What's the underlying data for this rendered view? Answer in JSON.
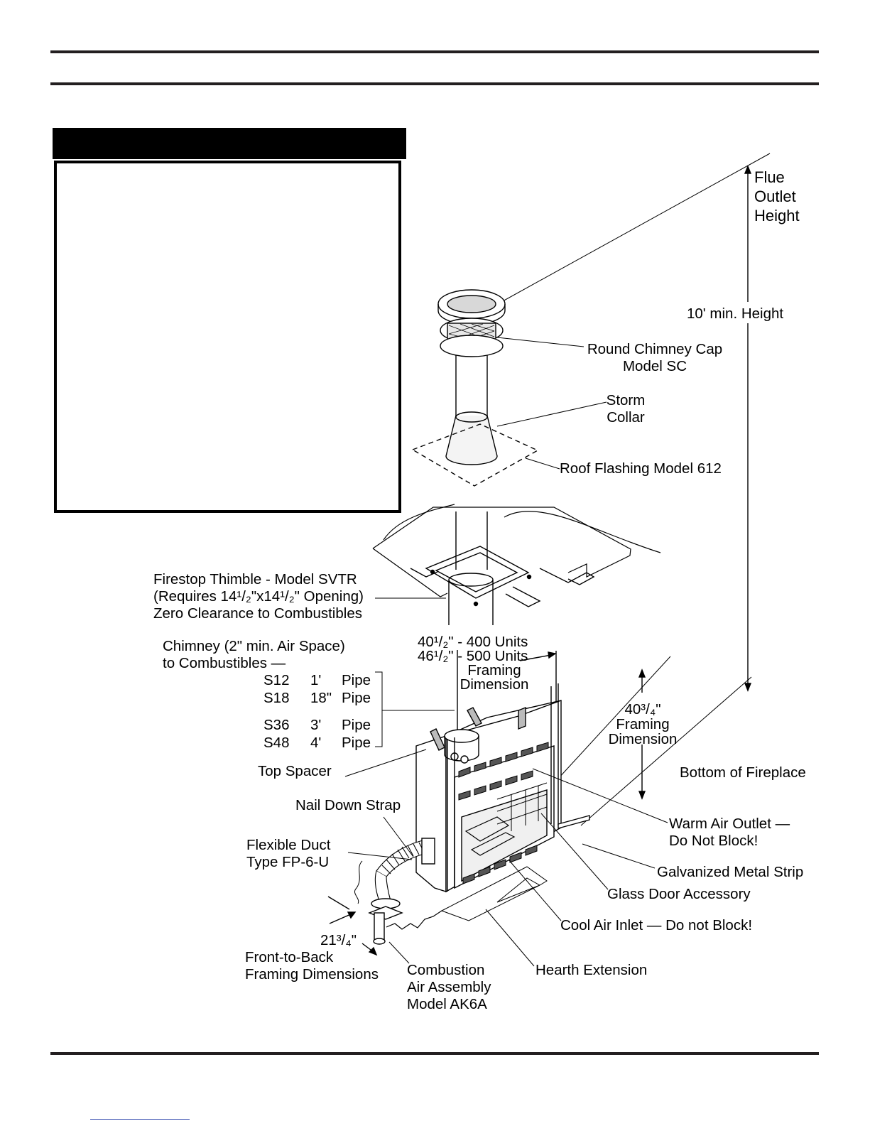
{
  "labels": {
    "flue_outlet": [
      "Flue",
      "Outlet",
      "Height"
    ],
    "min_height": "10' min. Height",
    "chimney_cap": [
      "Round Chimney Cap",
      "Model SC"
    ],
    "storm_collar": [
      "Storm",
      "Collar"
    ],
    "roof_flashing": "Roof Flashing Model 612",
    "firestop": [
      "Firestop Thimble - Model SVTR",
      "(Requires 14¹/₂\"x14¹/₂\" Opening)",
      "Zero Clearance to Combustibles"
    ],
    "chimney_air_space": [
      "Chimney (2\" min. Air Space)",
      "to Combustibles —"
    ],
    "framing_width": [
      "40¹/₂\" - 400 Units",
      "46¹/₂\" - 500 Units",
      "Framing",
      "Dimension"
    ],
    "framing_height": [
      "40³/₄\"",
      "Framing",
      "Dimension"
    ],
    "bottom_of_fireplace": "Bottom of Fireplace",
    "top_spacer": "Top Spacer",
    "nail_down_strap": "Nail Down Strap",
    "warm_air_outlet": [
      "Warm Air Outlet —",
      "Do Not Block!"
    ],
    "flexible_duct": [
      "Flexible Duct",
      "Type FP-6-U"
    ],
    "galvanized_strip": "Galvanized Metal Strip",
    "glass_door": "Glass Door Accessory",
    "cool_air_inlet": "Cool Air Inlet — Do not Block!",
    "front_to_back_dim": "21³/₄\"",
    "front_to_back": [
      "Front-to-Back",
      "Framing Dimensions"
    ],
    "combustion_air": [
      "Combustion",
      "Air Assembly",
      "Model AK6A"
    ],
    "hearth_extension": "Hearth Extension"
  },
  "pipes": [
    {
      "model": "S12",
      "length": "1'",
      "type": "Pipe"
    },
    {
      "model": "S18",
      "length": "18\"",
      "type": "Pipe"
    },
    {
      "model": "S36",
      "length": "3'",
      "type": "Pipe"
    },
    {
      "model": "S48",
      "length": "4'",
      "type": "Pipe"
    }
  ]
}
